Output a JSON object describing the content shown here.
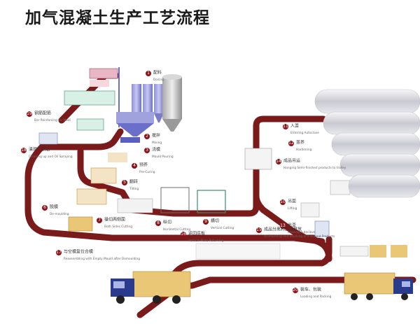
{
  "title": "加气混凝土生产工艺流程",
  "colors": {
    "track": "#7a1a1a",
    "num": "#8a1418",
    "truck": "#2a3a8c",
    "cargo": "#e9c777"
  },
  "steps": [
    {
      "num": "1",
      "zh": "配料",
      "en": "Dosing"
    },
    {
      "num": "2",
      "zh": "搅拌",
      "en": "Mixing"
    },
    {
      "num": "3",
      "zh": "浇模",
      "en": "Mould Pouring"
    },
    {
      "num": "4",
      "zh": "预养",
      "en": "Pre-Curing"
    },
    {
      "num": "5",
      "zh": "翻转",
      "en": "Tilting"
    },
    {
      "num": "6",
      "zh": "脱模",
      "en": "De-moulding"
    },
    {
      "num": "7",
      "zh": "操切两侧面",
      "en": "Both Sides Cutting"
    },
    {
      "num": "8",
      "zh": "纵切",
      "en": "Horizontal Cutting"
    },
    {
      "num": "9",
      "zh": "横切",
      "en": "Vertical Cutting"
    },
    {
      "num": "10",
      "zh": "吊面",
      "en": "Lifting"
    },
    {
      "num": "11",
      "zh": "入釜",
      "en": "Entering Autoclave"
    },
    {
      "num": "12",
      "zh": "蒸养",
      "en": "Hardening"
    },
    {
      "num": "13",
      "zh": "出釜",
      "en": "Leaving Autoclave"
    },
    {
      "num": "14",
      "zh": "成品吊运",
      "en": "Hanging Semi-finished products to trolley"
    },
    {
      "num": "15",
      "zh": "成品分离和二次堆放",
      "en": "Dismantling and Stacking of a second Products"
    },
    {
      "num": "16",
      "zh": "返回底板",
      "en": "Vertical Plate Returning"
    },
    {
      "num": "17",
      "zh": "与空模复位合模",
      "en": "Reassembling with Empty Mould after Demoulding"
    },
    {
      "num": "18",
      "zh": "清理、喷油",
      "en": "Cleaning up and Oil Spraying"
    },
    {
      "num": "19",
      "zh": "钢筋配筋",
      "en": "Bar Reinforcing for Mold"
    },
    {
      "num": "20",
      "zh": "装车、包装",
      "en": "Loading and Packing"
    }
  ]
}
